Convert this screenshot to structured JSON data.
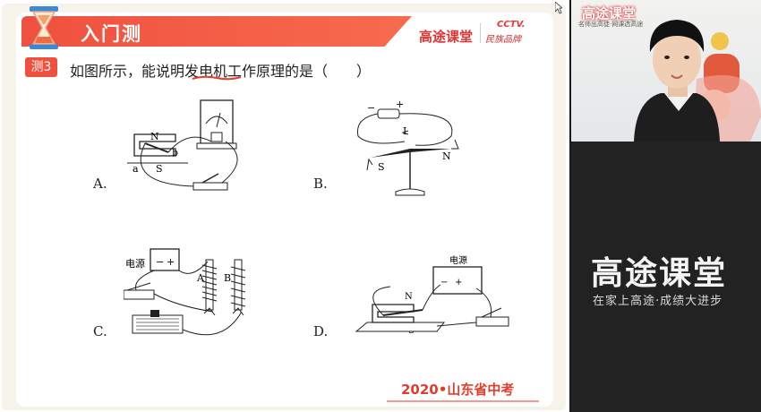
{
  "header": {
    "title": "入门测"
  },
  "brand": {
    "name": "高途课堂",
    "partner": "CCTV.",
    "partner_sub": "民族品牌"
  },
  "question": {
    "badge": "测3",
    "text": "如图所示，能说明发电机工作原理的是（　　）",
    "highlight_words": "发电机"
  },
  "options": [
    {
      "letter": "A.",
      "labels": [
        "N",
        "S",
        "a",
        "b"
      ]
    },
    {
      "letter": "B.",
      "labels": [
        "−",
        "+",
        "I",
        "S",
        "N"
      ]
    },
    {
      "letter": "C.",
      "labels": [
        "电源",
        "−",
        "+",
        "A",
        "B"
      ]
    },
    {
      "letter": "D.",
      "labels": [
        "电源",
        "−",
        "+",
        "N",
        "S"
      ]
    }
  ],
  "source": "2020•山东省中考",
  "camera": {
    "brand": "高途课堂",
    "slogan": "名师出高徒·网课选高途"
  },
  "panel": {
    "brand": "高途课堂",
    "slogan": "在家上高途·成绩大进步"
  },
  "colors": {
    "accent": "#f0503f",
    "brand_red": "#e23d2c"
  },
  "icons": [
    "hourglass-icon",
    "cursor-icon"
  ]
}
